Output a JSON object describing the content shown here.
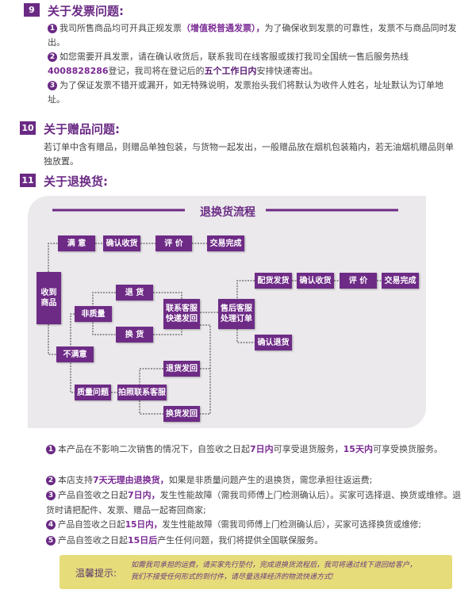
{
  "sections": [
    {
      "num": "9",
      "title": "关于发票问题:"
    },
    {
      "num": "10",
      "title": "关于赠品问题:"
    },
    {
      "num": "11",
      "title": "关于退换货:"
    }
  ],
  "invoice": {
    "items": [
      {
        "n": "1",
        "a": "我司所售商品均可开具正规发票",
        "b": "（增值税普通发票），",
        "c": "为了确保收到发票的可靠性，发票不与商品同时发出。"
      },
      {
        "n": "2",
        "a": "如您需要开具发票，请在确认收货后，联系我司在线客服或拨打我司全国统一售后服务热线",
        "b": "4008828286",
        "c": "登记，我司将在登记后的",
        "d": "五个工作日内",
        "e": "安排快递寄出。"
      },
      {
        "n": "3",
        "a": "为了保证发票不错开或漏开，如无特殊说明，发票抬头我们将默认为收件人姓名，址址默认为订单地址。"
      }
    ]
  },
  "gift": {
    "text": "若订单中含有赠品，则赠品单独包装，与货物一起发出，一般赠品放在烟机包装箱内，若无油烟机赠品则单独放置。"
  },
  "flow": {
    "title": "退换货流程",
    "nodes": {
      "satisfied": "满 意",
      "confirm1": "确认收货",
      "review1": "评 价",
      "done1": "交易完成",
      "received": "收到商品",
      "return": "退 货",
      "nonquality": "非质量",
      "exchange": "换 货",
      "contact_ship": "联系客服快递发回",
      "aftersale": "售后客服处理订单",
      "dispatch": "配货发货",
      "confirm2": "确认收货",
      "review2": "评 价",
      "done2": "交易完成",
      "confirm_return": "确认退货",
      "unsatisfied": "不满意",
      "return_ship": "退货发回",
      "quality": "质量问题",
      "photo_contact": "拍照联系客服",
      "exchange_ship": "换货发回"
    }
  },
  "returns": {
    "items": [
      {
        "n": "1",
        "a": "本产品在不影响二次销售的情况下，自签收之日起",
        "b": "7日内",
        "c": "可享受退货服务，",
        "d": "15天内",
        "e": "可享受换货服务。"
      },
      {
        "n": "2",
        "a": "本店支持",
        "b": "7天无理由退换货，",
        "c": "如果是非质量问题产生的退换货，需您承担往返运费;"
      },
      {
        "n": "3",
        "a": "产品自签收之日起",
        "b": "7日内，",
        "c": "发生性能故障（需我司师傅上门检测确认后）。买家可选择退、换货或维修。退货时请把配件、发票、赠品一起寄回商家;"
      },
      {
        "n": "4",
        "a": "产品自签收之日起",
        "b": "15日内，",
        "c": "发生性能故障（需我司师傅上门检测确认后），买家可选择换货或维修;"
      },
      {
        "n": "5",
        "a": "产品自签收之日起",
        "b": "15日后",
        "c": "产生任何问题，我们将提供全国联保服务。"
      }
    ]
  },
  "tip": {
    "label": "温馨提示:",
    "line1": "如需我司承担的运费，请买家先行垫付，完成退换货流程后，我司将通过线下退回给客户，",
    "line2": "我们不接受任何形式的到付件，请尽量选择经济的物流快递方式!"
  },
  "colors": {
    "accent": "#6e2b86",
    "panel": "#ebe9ec",
    "tip": "#e6dc7a"
  }
}
